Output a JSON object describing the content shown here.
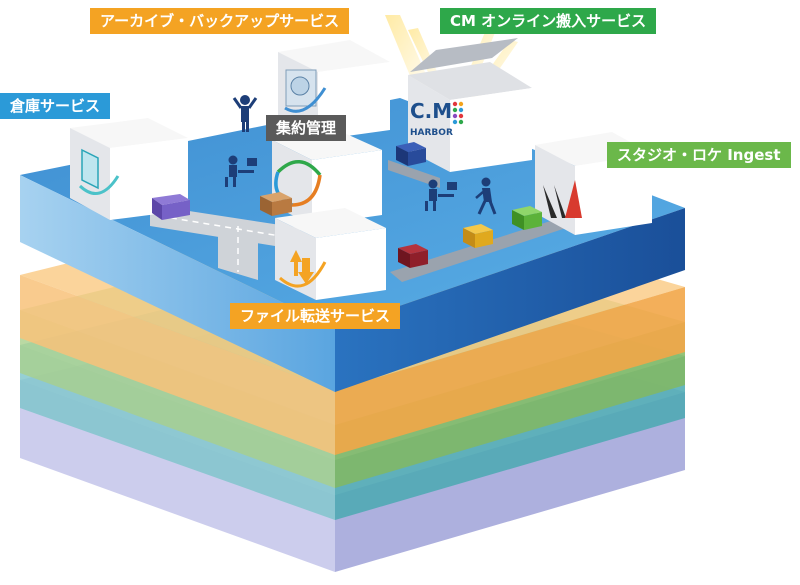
{
  "labels": {
    "archive": "アーカイブ・バックアップサービス",
    "cm_online": "CM オンライン搬入サービス",
    "warehouse": "倉庫サービス",
    "aggregation": "集約管理",
    "studio": "スタジオ・ロケ Ingest",
    "file_transfer": "ファイル転送サービス"
  },
  "logo": {
    "line1": "C.M",
    "line2": "HARBOR"
  },
  "colors": {
    "platform_top": "#4a9fdc",
    "platform_front": "#7ab8e4",
    "platform_side": "#1d5ea8",
    "label_orange": "#f4a323",
    "label_green": "#2ea84a",
    "label_blue": "#2b9ad8",
    "label_gray": "#5a5a5a",
    "label_lightgreen": "#6bb84a",
    "layer_orange": "#f7b04a",
    "layer_green": "#9dc77a",
    "layer_teal": "#5fb7bf",
    "layer_lavender": "#b1b3e0"
  }
}
